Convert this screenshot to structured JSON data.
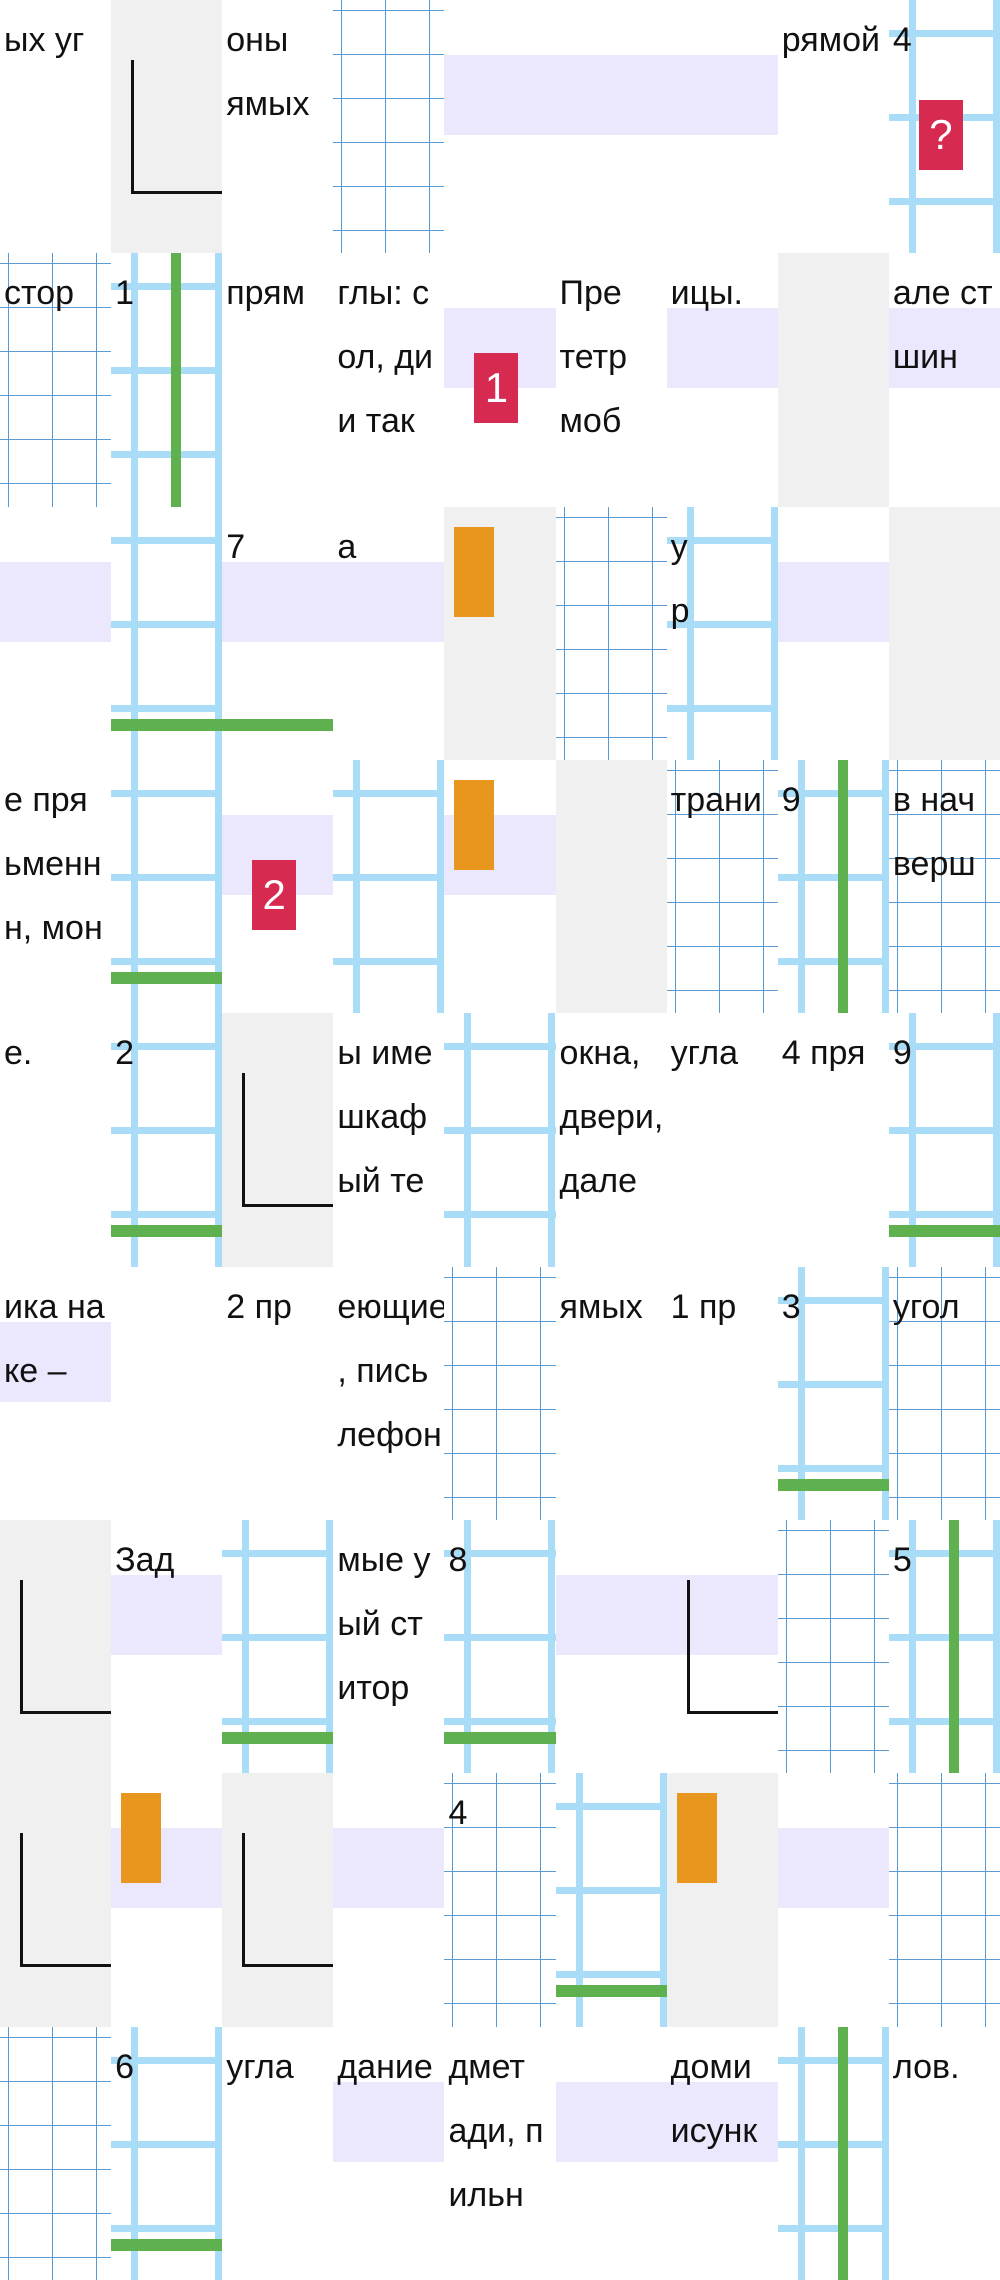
{
  "tiles": {
    "0": [
      "ых уг"
    ],
    "2": [
      "оны",
      "ямых"
    ],
    "7": [
      "рямой"
    ],
    "8": [
      "4"
    ],
    "9": [
      "стор"
    ],
    "10": [
      "1"
    ],
    "11": [
      "прям"
    ],
    "12": [
      "глы: с",
      "ол, ди",
      "и так"
    ],
    "14": [
      "Пре",
      "тетр",
      "моб"
    ],
    "15": [
      "ицы."
    ],
    "17": [
      "але ст",
      "шин"
    ],
    "20": [
      "7"
    ],
    "21": [
      "а"
    ],
    "24": [
      "у",
      "р"
    ],
    "27": [
      "е пря",
      "ьменн",
      "н, мон"
    ],
    "33": [
      "трани"
    ],
    "34": [
      "9"
    ],
    "35": [
      "в нач",
      "верш"
    ],
    "36": [
      "е."
    ],
    "37": [
      "2"
    ],
    "39": [
      "ы име",
      "шкаф",
      "ый те"
    ],
    "41": [
      "окна,",
      "двери,",
      "дале"
    ],
    "42": [
      "угла"
    ],
    "43": [
      "4 пря"
    ],
    "44": [
      "9"
    ],
    "45": [
      "ика на",
      "ке –"
    ],
    "47": [
      "2 пр"
    ],
    "48": [
      "еющие",
      ", пись",
      "лефон"
    ],
    "50": [
      "ямых"
    ],
    "51": [
      "1 пр"
    ],
    "52": [
      "3"
    ],
    "53": [
      "угол"
    ],
    "55": [
      "Зад"
    ],
    "57": [
      "мые у",
      "ый ст",
      "итор"
    ],
    "58": [
      "8"
    ],
    "62": [
      "5"
    ],
    "67": [
      "4"
    ],
    "73": [
      "6"
    ],
    "74": [
      "угла"
    ],
    "75": [
      "дание"
    ],
    "76": [
      "дмет",
      "ади, п",
      "ильн"
    ],
    "78": [
      "доми",
      "исунк"
    ],
    "80": [
      "лов."
    ]
  },
  "badges": {
    "8": "?",
    "13": "1",
    "29": "2"
  },
  "colors": {
    "badge": "#d62a50",
    "lavender": "#ebe8fd",
    "grid": "#5b9bd5",
    "green": "#5fb150",
    "orange": "#e8961e"
  }
}
